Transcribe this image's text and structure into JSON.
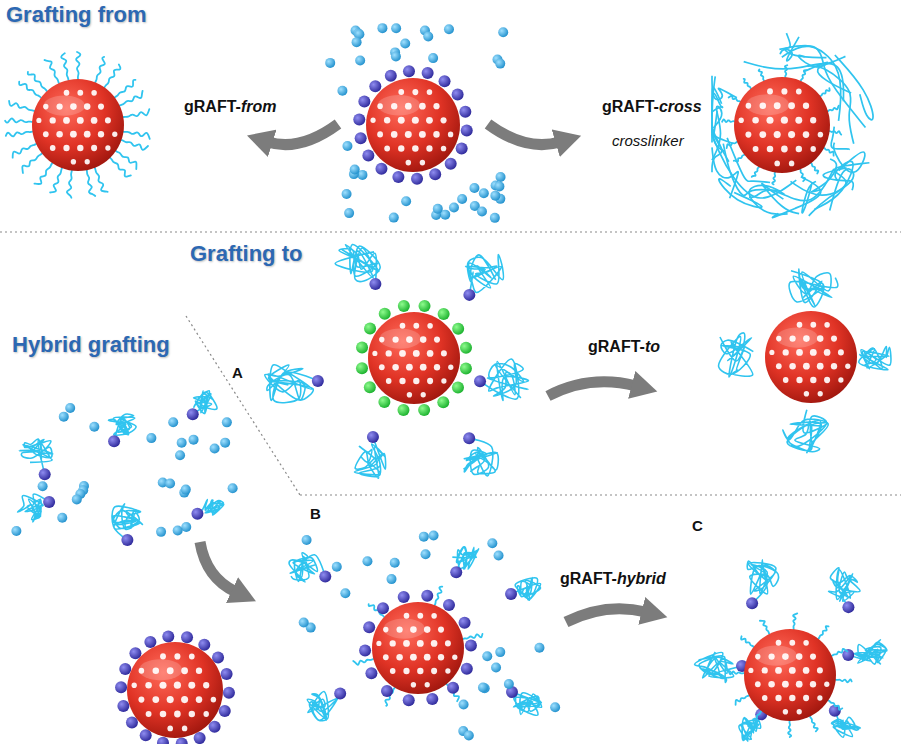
{
  "diagram": {
    "labels": [
      "Grafting from",
      "gRAFT-from",
      "gRAFT-cross",
      "crosslinker",
      "Grafting to",
      "gRAFT-to",
      "Hybrid grafting",
      "A",
      "B",
      "C",
      "gRAFT-hybrid"
    ]
  }
}
